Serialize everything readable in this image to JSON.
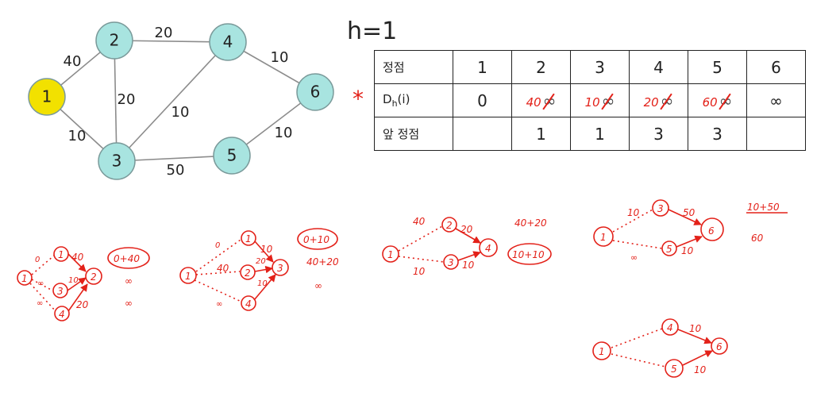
{
  "graph": {
    "nodes": [
      {
        "id": "1",
        "label": "1",
        "highlight": true
      },
      {
        "id": "2",
        "label": "2"
      },
      {
        "id": "3",
        "label": "3"
      },
      {
        "id": "4",
        "label": "4"
      },
      {
        "id": "5",
        "label": "5"
      },
      {
        "id": "6",
        "label": "6"
      }
    ],
    "edges": [
      {
        "from": "1",
        "to": "2",
        "weight": "40"
      },
      {
        "from": "1",
        "to": "3",
        "weight": "10"
      },
      {
        "from": "2",
        "to": "4",
        "weight": "20"
      },
      {
        "from": "2",
        "to": "3",
        "weight": "20"
      },
      {
        "from": "3",
        "to": "4",
        "weight": "10"
      },
      {
        "from": "3",
        "to": "5",
        "weight": "50"
      },
      {
        "from": "4",
        "to": "6",
        "weight": "10"
      },
      {
        "from": "5",
        "to": "6",
        "weight": "10"
      }
    ],
    "colors": {
      "highlight": "#f2e100",
      "node": "#a8e4e0",
      "edge": "#8c8c8c"
    }
  },
  "h_label": "h=1",
  "star_mark": "*",
  "table": {
    "header_label": "정점",
    "columns": [
      "1",
      "2",
      "3",
      "4",
      "5",
      "6"
    ],
    "dist_label_main": "D",
    "dist_label_sub": "h",
    "dist_label_tail": "(i)",
    "dist_values": [
      {
        "value": "0"
      },
      {
        "old": "∞",
        "new": "40"
      },
      {
        "old": "∞",
        "new": "10"
      },
      {
        "old": "∞",
        "new": "20"
      },
      {
        "old": "∞",
        "new": "60"
      },
      {
        "value": "∞"
      }
    ],
    "prev_label": "앞 정점",
    "prev_values": [
      "",
      "1",
      "1",
      "3",
      "3",
      ""
    ]
  },
  "sketches": {
    "s1": {
      "nodes": [
        "1",
        "1",
        "2",
        "3",
        "4"
      ],
      "labels": [
        "0",
        "40",
        "∞",
        "10",
        "∞",
        "20"
      ],
      "notes": [
        "0+40",
        "∞",
        "∞"
      ]
    },
    "s2": {
      "nodes": [
        "1",
        "1",
        "2",
        "3",
        "4"
      ],
      "labels": [
        "0",
        "10",
        "40",
        "20",
        "∞",
        "10"
      ],
      "notes": [
        "0+10",
        "40+20",
        "∞"
      ]
    },
    "s3": {
      "nodes": [
        "1",
        "2",
        "3",
        "4"
      ],
      "labels": [
        "40",
        "20",
        "10",
        "10"
      ],
      "notes": [
        "40+20",
        "10+10"
      ]
    },
    "s4": {
      "nodes": [
        "1",
        "3",
        "5",
        "6"
      ],
      "labels": [
        "10",
        "50",
        "∞",
        "10"
      ],
      "notes": [
        "10+50",
        "60"
      ]
    },
    "s5": {
      "nodes": [
        "1",
        "4",
        "5",
        "6"
      ],
      "labels": [
        "10",
        "10"
      ]
    }
  }
}
